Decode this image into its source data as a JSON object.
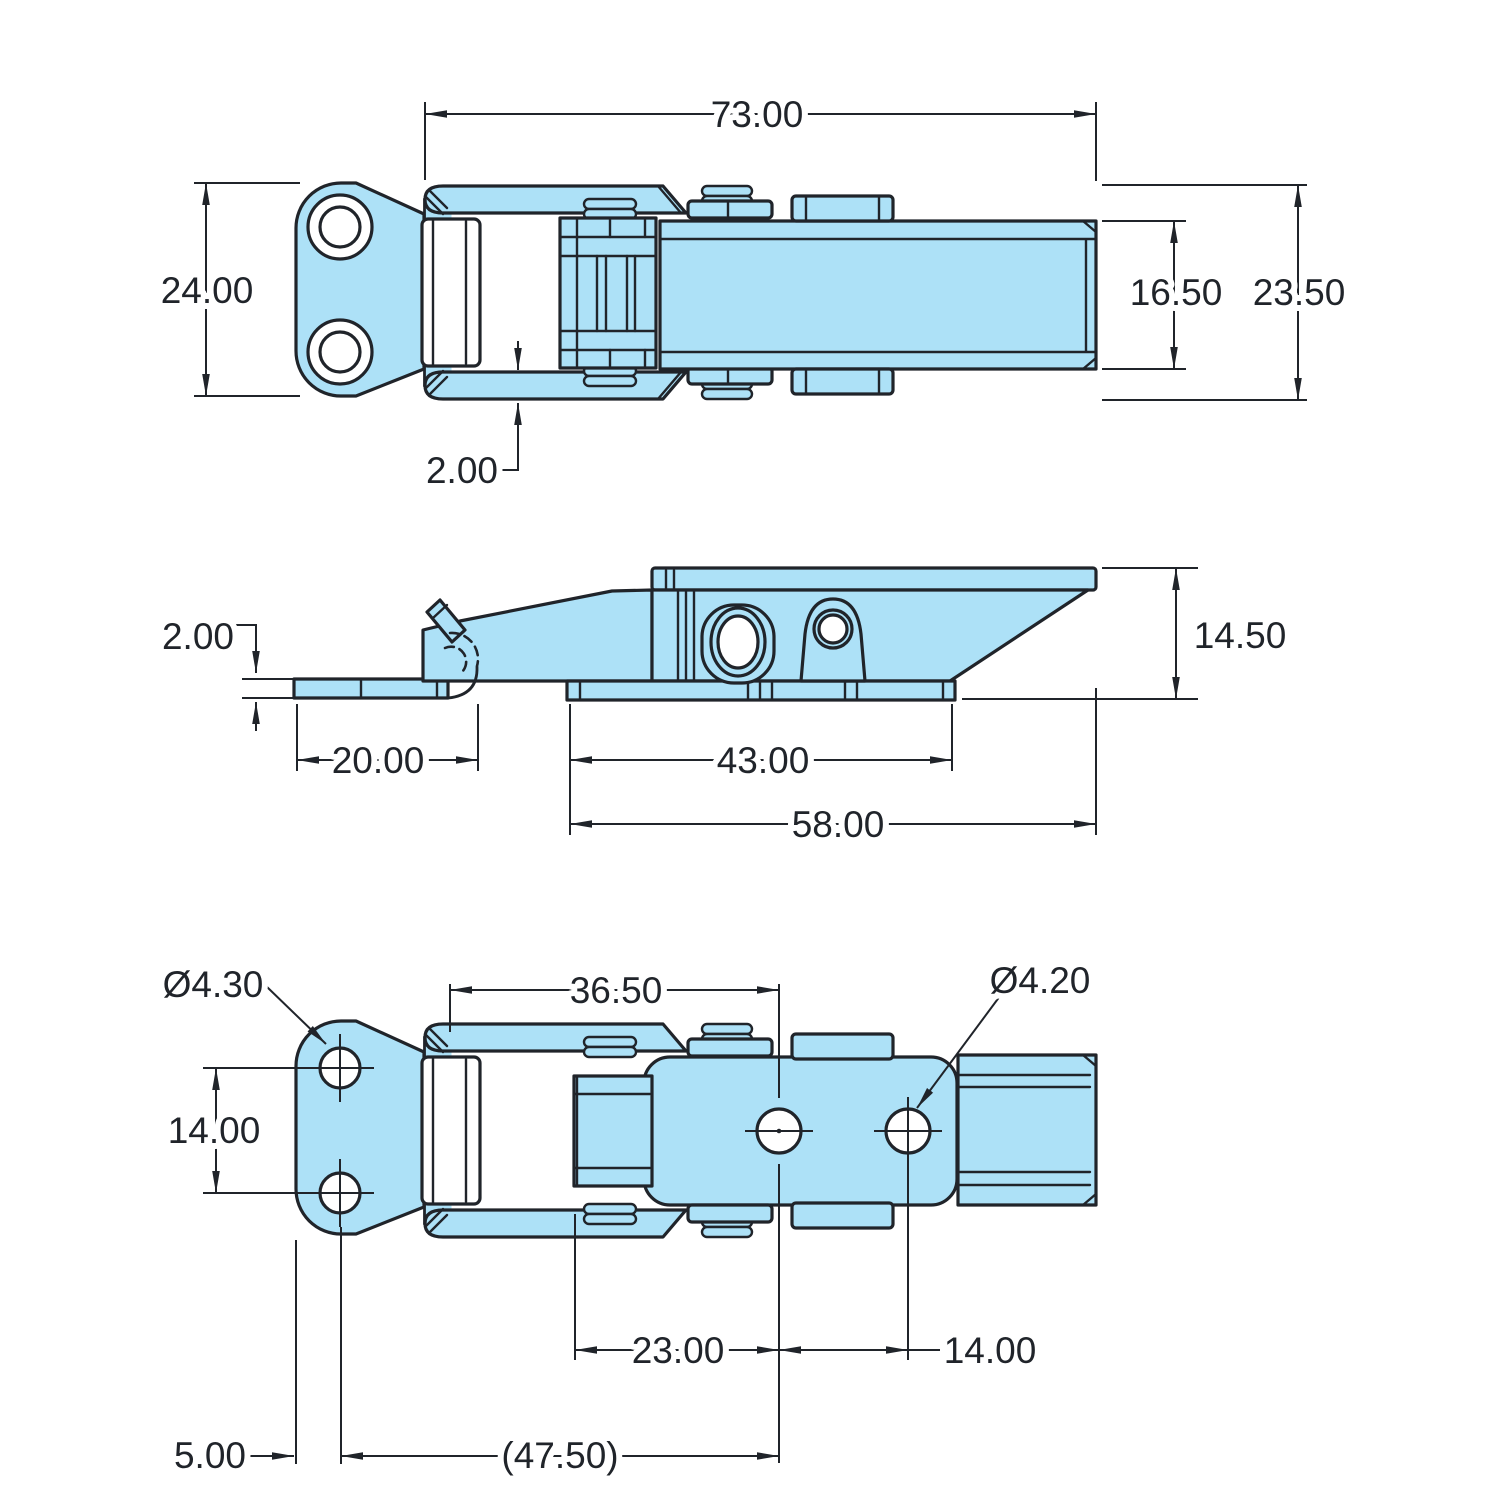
{
  "drawing": {
    "kind": "engineering-dimension-drawing",
    "part": "draw-toggle-latch",
    "colors": {
      "part_fill": "#ade1f7",
      "line": "#20242a",
      "background": "#ffffff"
    }
  },
  "views": {
    "top": {
      "label": "top-view",
      "dims": {
        "overall_length": "73.00",
        "keeper_plate_width": "24.00",
        "lever_width": "16.50",
        "overall_width": "23.50",
        "loop_thickness": "2.00"
      }
    },
    "side": {
      "label": "side-view",
      "dims": {
        "plate_thickness": "2.00",
        "keeper_plate_length": "20.00",
        "base_length": "43.00",
        "overall_length": "58.00",
        "overall_height": "14.50"
      }
    },
    "bottom": {
      "label": "bottom-view",
      "dims": {
        "keeper_hole_diameter": "Ø4.30",
        "pivot_to_hole_span": "36.50",
        "latch_hole_diameter": "Ø4.20",
        "keeper_hole_spacing": "14.00",
        "base_to_hole_span": "23.00",
        "latch_hole_spacing": "14.00",
        "edge_to_hole_offset": "5.00",
        "reference_span": "(47.50)"
      }
    }
  }
}
